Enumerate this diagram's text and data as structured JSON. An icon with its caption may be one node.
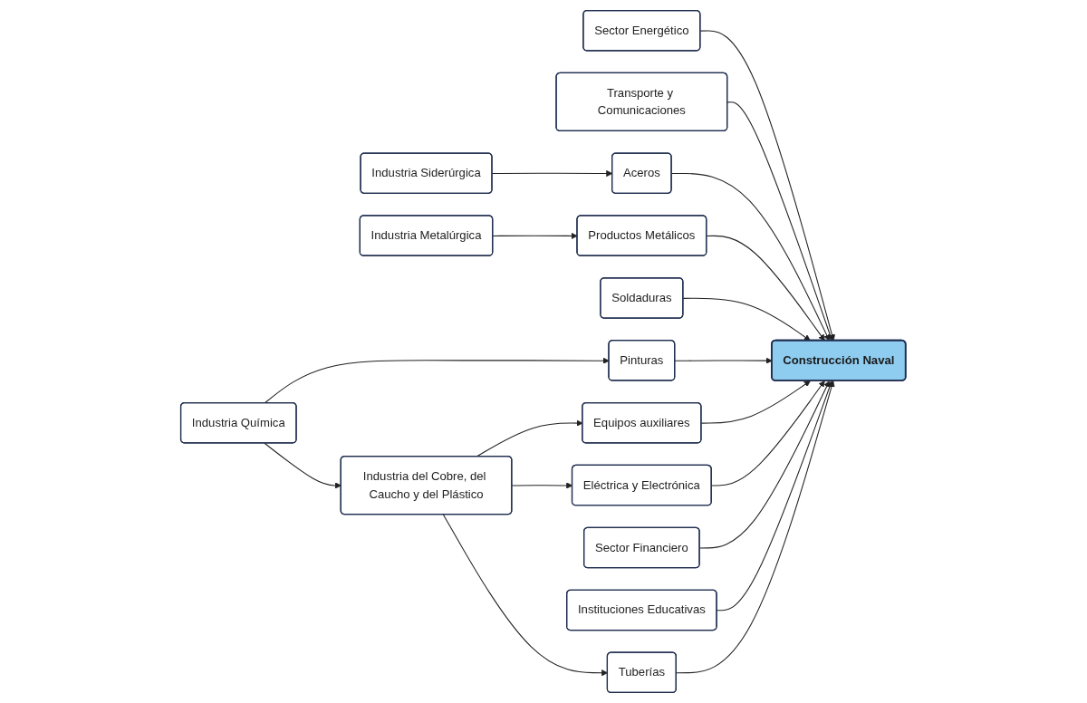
{
  "diagram": {
    "nodes": [
      {
        "text": [
          "Sector Energético"
        ]
      },
      {
        "text": [
          "Transporte y Comunicaciones"
        ]
      },
      {
        "text": [
          "Industria Siderúrgica"
        ]
      },
      {
        "text": [
          "Aceros"
        ]
      },
      {
        "text": [
          "Pinturas"
        ]
      },
      {
        "text": [
          "Industria Química"
        ]
      },
      {
        "text": [
          "Soldaduras"
        ]
      },
      {
        "text": [
          "Construcción Naval"
        ]
      },
      {
        "text": [
          "Equipos auxiliares"
        ]
      },
      {
        "text": [
          "Industria Metalúrgica"
        ]
      },
      {
        "text": [
          "Productos Metálicos"
        ]
      },
      {
        "text": [
          "Eléctrica y Electrónica"
        ]
      },
      {
        "text": [
          "Industria del Cobre, del Caucho y del Plástico"
        ]
      },
      {
        "text": [
          "Sector Financiero"
        ]
      },
      {
        "text": [
          "Instituciones Educativas"
        ]
      },
      {
        "text": [
          "Tuberías"
        ]
      }
    ],
    "edges": [
      {
        "from": 0,
        "to": 7,
        "arrow": "to"
      },
      {
        "from": 1,
        "to": 7,
        "arrow": "to"
      },
      {
        "from": 2,
        "to": 3,
        "arrow": "to"
      },
      {
        "from": 3,
        "to": 7,
        "arrow": "to"
      },
      {
        "from": 5,
        "to": 4,
        "arrow": "to"
      },
      {
        "from": 4,
        "to": 7,
        "arrow": "to"
      },
      {
        "from": 6,
        "to": 7,
        "arrow": "to"
      },
      {
        "from": 8,
        "to": 7,
        "arrow": "to"
      },
      {
        "from": 5,
        "to": 12,
        "arrow": "to"
      },
      {
        "from": 12,
        "to": 8,
        "arrow": "to"
      },
      {
        "from": 12,
        "to": 11,
        "arrow": "to"
      },
      {
        "from": 12,
        "to": 15,
        "arrow": "to"
      },
      {
        "from": 9,
        "to": 10,
        "arrow": "to"
      },
      {
        "from": 10,
        "to": 7,
        "arrow": "to"
      },
      {
        "from": 11,
        "to": 7,
        "arrow": "to"
      },
      {
        "from": 13,
        "to": 7,
        "arrow": "to"
      },
      {
        "from": 14,
        "to": 7,
        "arrow": "to"
      },
      {
        "from": 15,
        "to": 7,
        "arrow": "to"
      }
    ]
  }
}
